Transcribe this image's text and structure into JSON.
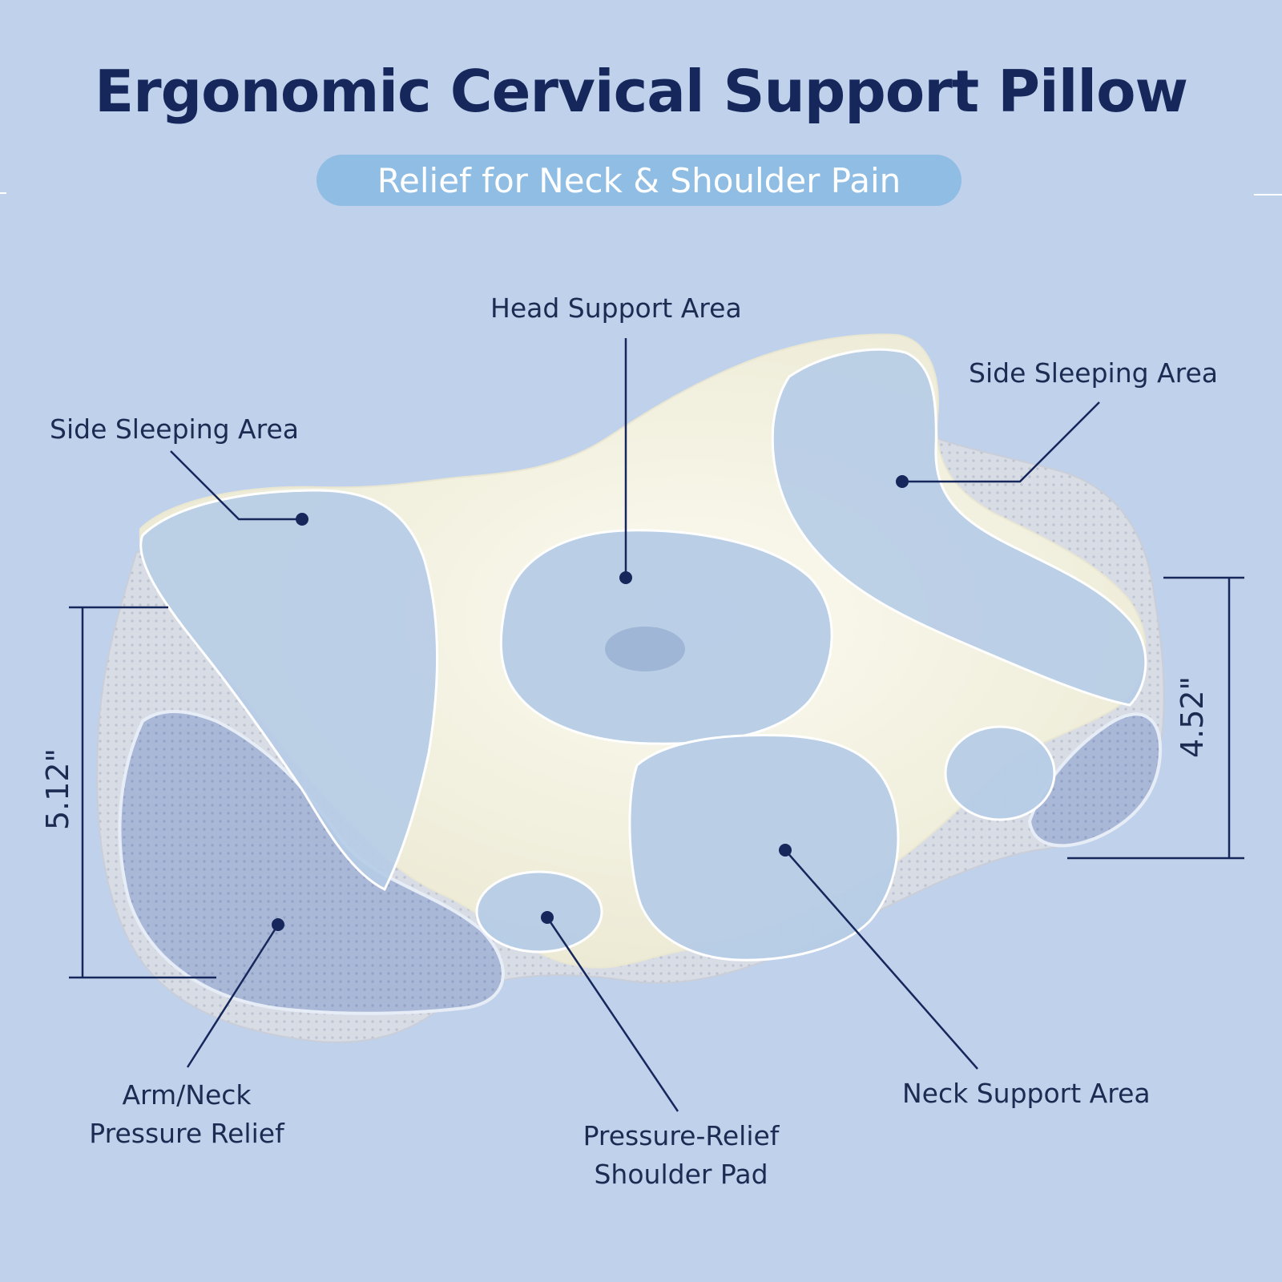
{
  "title": "Ergonomic Cervical Support Pillow",
  "subtitle": "Relief for Neck & Shoulder Pain",
  "labels": {
    "head_support": "Head Support Area",
    "side_sleeping_left": "Side Sleeping Area",
    "side_sleeping_right": "Side Sleeping Area",
    "arm_neck_line1": "Arm/Neck",
    "arm_neck_line2": "Pressure Relief",
    "shoulder_pad_line1": "Pressure-Relief",
    "shoulder_pad_line2": "Shoulder Pad",
    "neck_support": "Neck Support Area"
  },
  "dimensions": {
    "left_height": "5.12\"",
    "right_height": "4.52\""
  },
  "colors": {
    "background": "#c0d1eb",
    "title": "#16275c",
    "pill": "#8fbde4",
    "line": "#16275c",
    "pillow_top": "#f2f0dc",
    "pillow_side": "#d9dde6",
    "zone": "#b9cde6"
  }
}
